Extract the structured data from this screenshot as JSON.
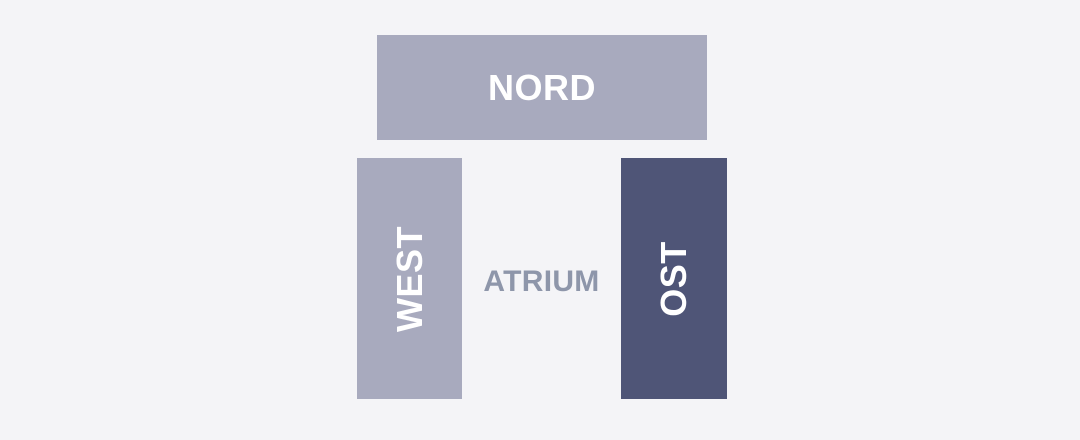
{
  "diagram": {
    "wings": {
      "nord": {
        "label": "NORD",
        "color": "#a8aabe"
      },
      "west": {
        "label": "WEST",
        "color": "#a8aabe"
      },
      "ost": {
        "label": "OST",
        "color": "#4f5577"
      }
    },
    "center": {
      "label": "ATRIUM",
      "color": "#8e96aa"
    },
    "colors": {
      "background": "#f4f4f7",
      "wing_text": "#ffffff"
    }
  }
}
